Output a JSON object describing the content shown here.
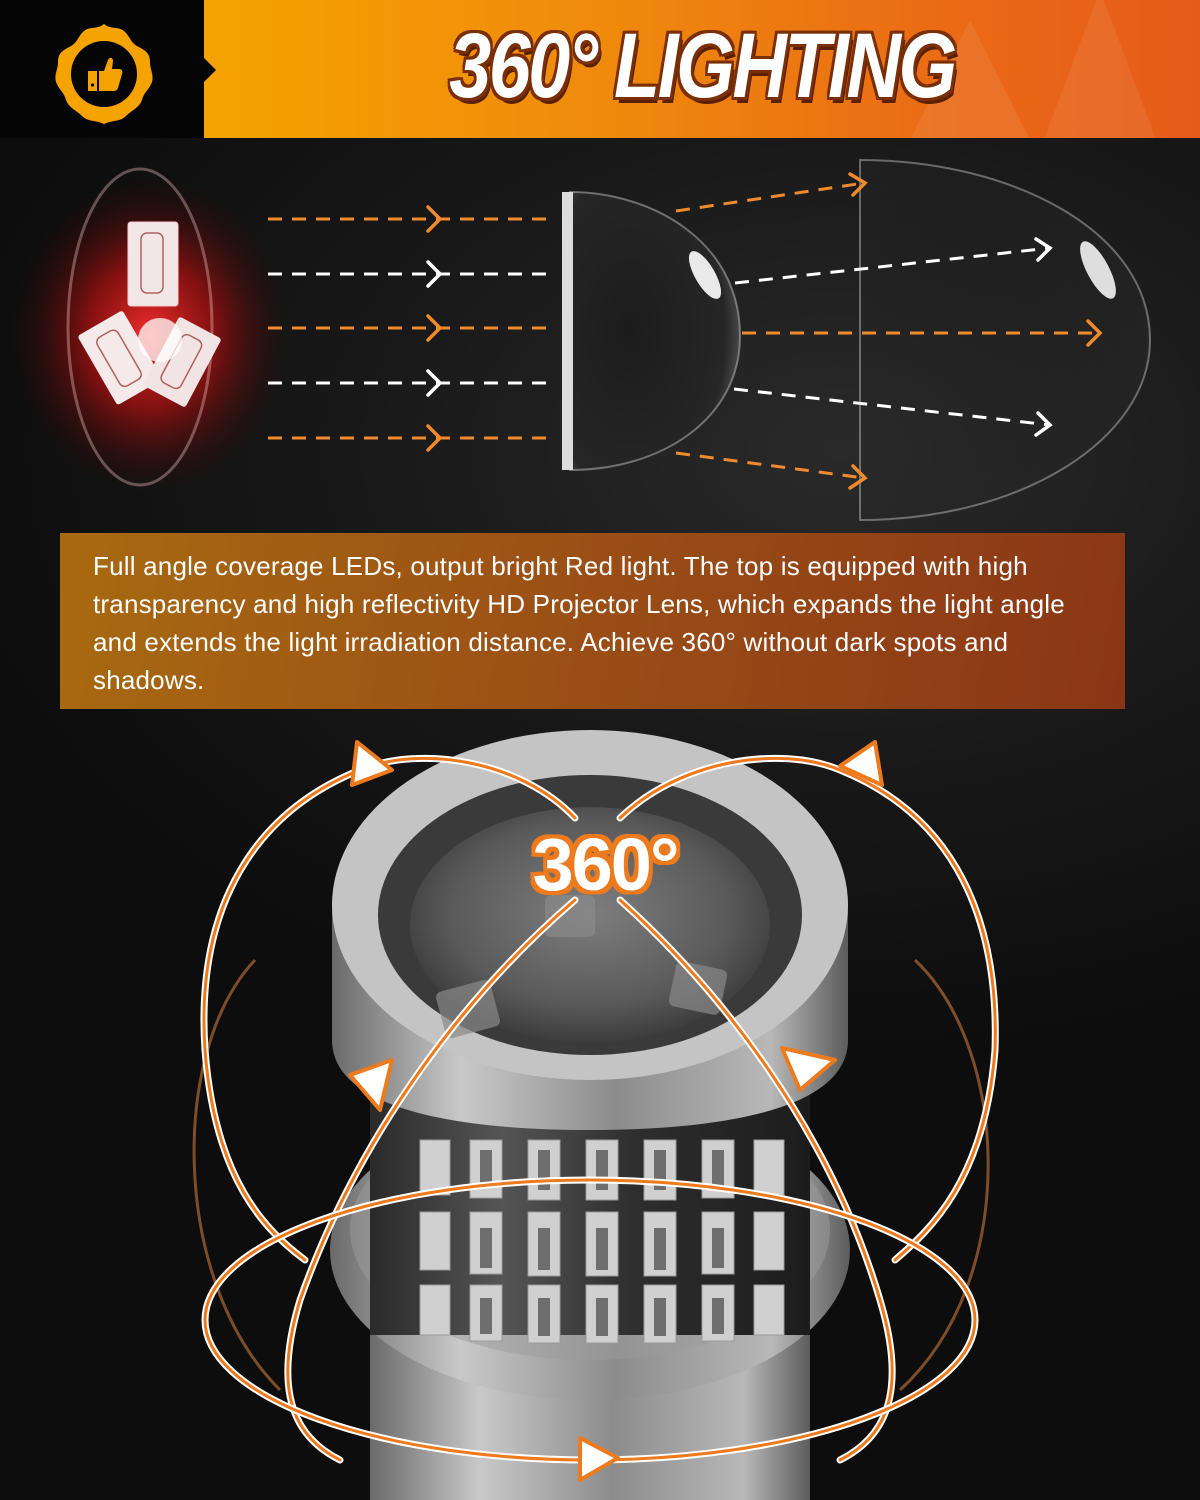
{
  "header": {
    "title": "360° LIGHTING",
    "badge_icon": "thumbs-up-icon",
    "colors": {
      "badge": "#f5a300",
      "left_panel": "#050505",
      "gradient_start": "#f5a300",
      "gradient_end": "#e65b1a",
      "title_outline": "#7a2f08"
    }
  },
  "diagram": {
    "led_source": "red-led-chips",
    "inner_lens": "projector-lens",
    "outer_lens": "outer-dome",
    "ray_colors": {
      "orange": "#f08a2c",
      "white": "#ffffff"
    },
    "incoming_rays": [
      "orange",
      "white",
      "orange",
      "white",
      "orange"
    ],
    "outgoing_rays": [
      "orange",
      "white",
      "orange",
      "white",
      "orange"
    ]
  },
  "description": {
    "text": "Full angle coverage LEDs, output bright Red light. The top is equipped  with high transparency and high reflectivity HD Projector Lens, which expands the light angle and extends the light irradiation distance. Achieve 360° without dark spots and shadows."
  },
  "bulb": {
    "angle_label": "360°",
    "arrow_color": "#ee7a1e"
  }
}
